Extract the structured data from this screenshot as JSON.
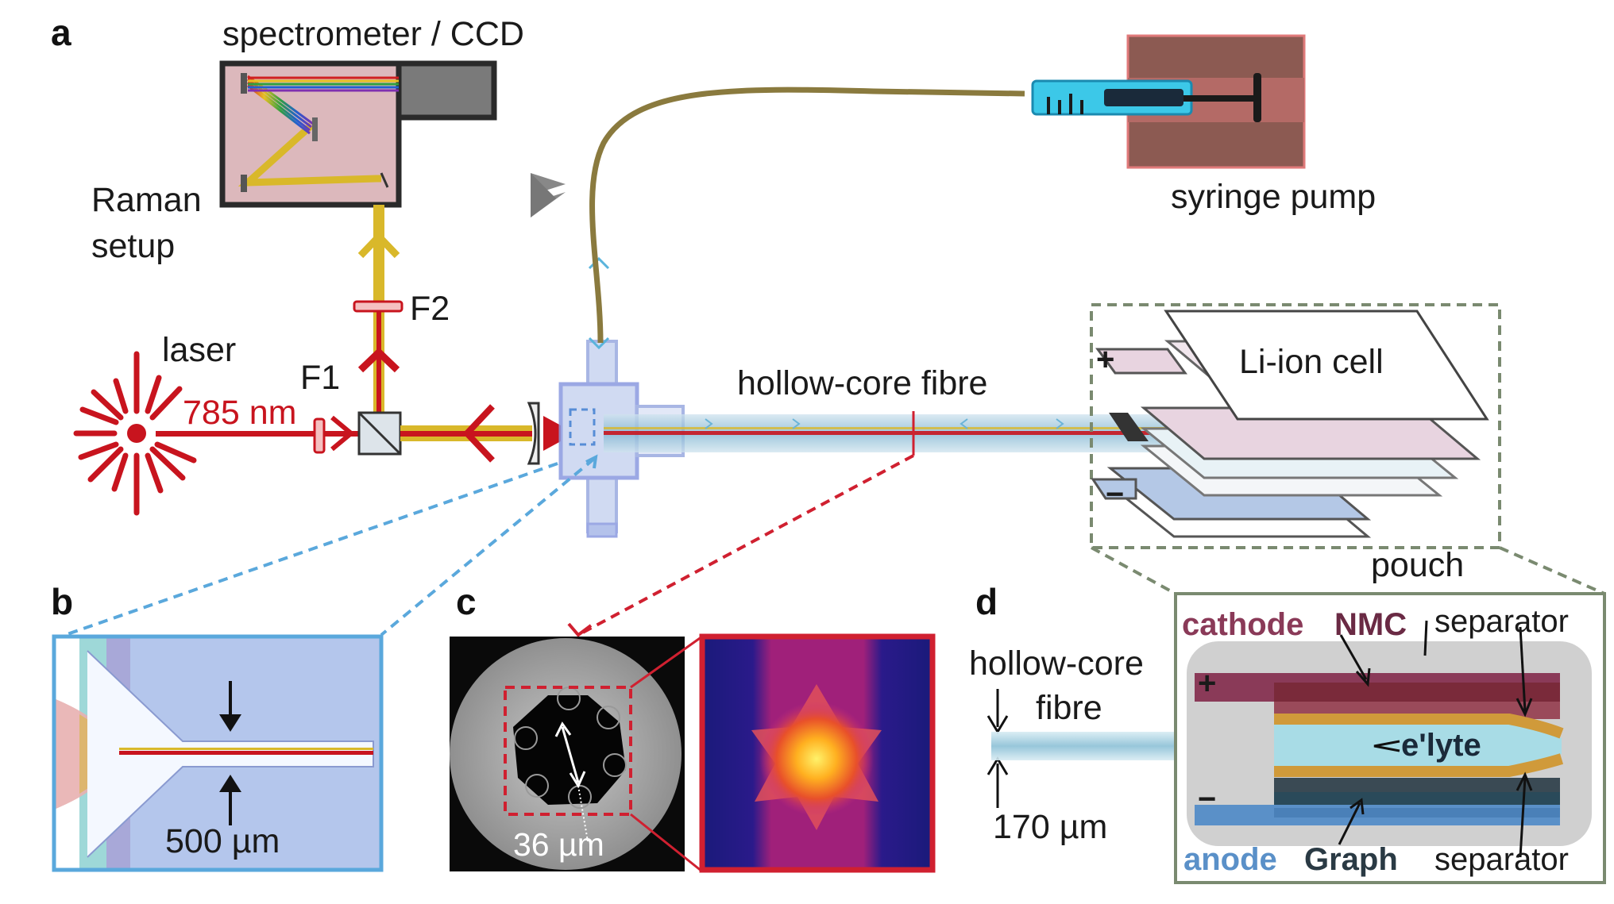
{
  "panels": {
    "a": "a",
    "b": "b",
    "c": "c",
    "d": "d"
  },
  "labels": {
    "spectrometer": "spectrometer / CCD",
    "raman_line1": "Raman",
    "raman_line2": "setup",
    "syringe_pump": "syringe pump",
    "laser": "laser",
    "wavelength": "785 nm",
    "f1": "F1",
    "f2": "F2",
    "hollow_core_fibre": "hollow-core fibre",
    "li_ion_cell": "Li-ion cell",
    "plus": "+",
    "minus": "−",
    "b_scale": "500 µm",
    "c_scale": "36 µm",
    "d_fibre_line1": "hollow-core",
    "d_fibre_line2": "fibre",
    "d_scale": "170 µm",
    "pouch": "pouch",
    "cathode": "cathode",
    "nmc": "NMC",
    "separator_top": "separator",
    "elyte": "e'lyte",
    "anode": "anode",
    "graph": "Graph",
    "separator_bottom": "separator"
  },
  "colors": {
    "laser_red": "#c8141e",
    "raman_yellow": "#d9b82a",
    "fibre_olive": "#8a7a3e",
    "syringe_cyan": "#3cc8e8",
    "pump_brown": "#8c5a52",
    "cell_pink": "#e8d4e0",
    "cell_blue": "#b4c8e6",
    "fibre_blue": "#7fb4d0",
    "cathode_maroon": "#8a3a58",
    "separator_gold": "#d09a3a",
    "elyte_cyan": "#a8dce6",
    "anode_blue": "#5a90c8",
    "graph_dark": "#2a4a5a",
    "callout_blue": "#5aa8dc",
    "callout_red": "#d02030",
    "callout_green": "#7a8a70"
  }
}
